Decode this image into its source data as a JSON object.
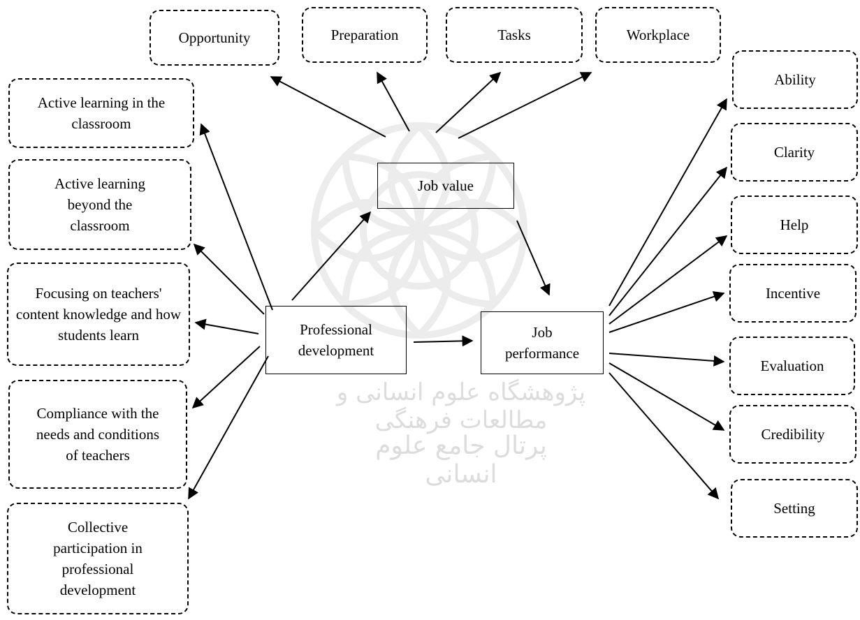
{
  "watermark": {
    "line1": "پژوهشگاه علوم انسانی و مطالعات فرهنگی",
    "line2": "پرتال جامع علوم انسانی"
  },
  "nodes": {
    "opportunity": "Opportunity",
    "preparation": "Preparation",
    "tasks": "Tasks",
    "workplace": "Workplace",
    "job_value": "Job value",
    "professional_development": "Professional development",
    "job_performance": "Job performance",
    "active_classroom": "Active learning in the classroom",
    "active_beyond": "Active learning beyond the classroom",
    "focusing": "Focusing on teachers' content knowledge and how students learn",
    "compliance": "Compliance with the needs and conditions of teachers",
    "collective": "Collective participation in professional development",
    "ability": "Ability",
    "clarity": "Clarity",
    "help": "Help",
    "incentive": "Incentive",
    "evaluation": "Evaluation",
    "credibility": "Credibility",
    "setting": "Setting"
  }
}
